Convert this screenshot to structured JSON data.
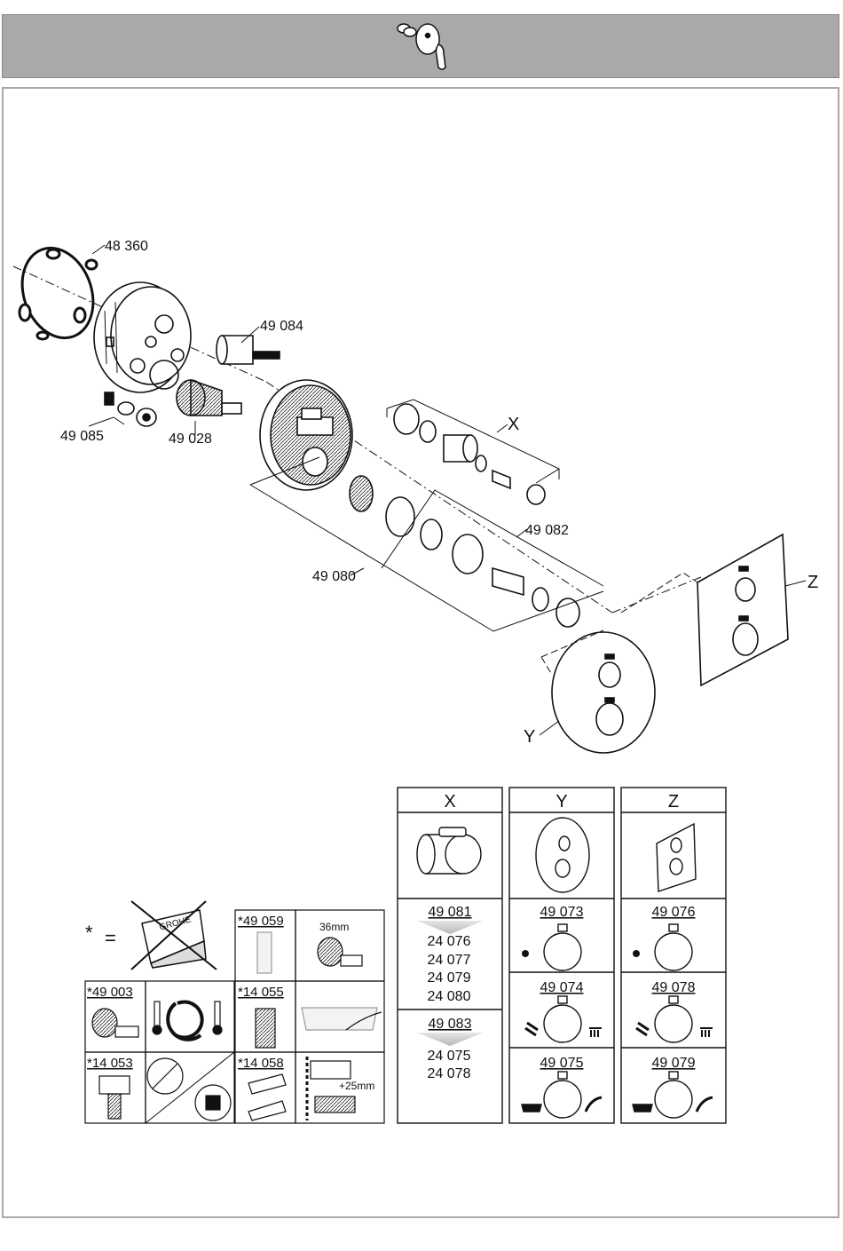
{
  "header": {
    "icon": "mixer-valve-handle-icon"
  },
  "callouts": {
    "p48360": "48 360",
    "p49084": "49 084",
    "p49085": "49 085",
    "p49028": "49 028",
    "p49082": "49 082",
    "p49080": "49 080",
    "X": "X",
    "Y": "Y",
    "Z": "Z"
  },
  "legend": {
    "star": "*",
    "equals": "=",
    "c49059": "*49 059",
    "c36mm": "36mm",
    "c49003": "*49 003",
    "c14055": "*14 055",
    "c14053": "*14 053",
    "c14058": "*14 058",
    "c25mm": "+25mm",
    "logo_text": "GROHE"
  },
  "variants": {
    "X": {
      "title": "X",
      "top_part": "49 081",
      "top_list": [
        "24 076",
        "24 077",
        "24 079",
        "24 080"
      ],
      "bottom_part": "49 083",
      "bottom_list": [
        "24 075",
        "24 078"
      ]
    },
    "Y": {
      "title": "Y",
      "rows": [
        "49 073",
        "49 074",
        "49 075"
      ]
    },
    "Z": {
      "title": "Z",
      "rows": [
        "49 076",
        "49 078",
        "49 079"
      ]
    }
  }
}
